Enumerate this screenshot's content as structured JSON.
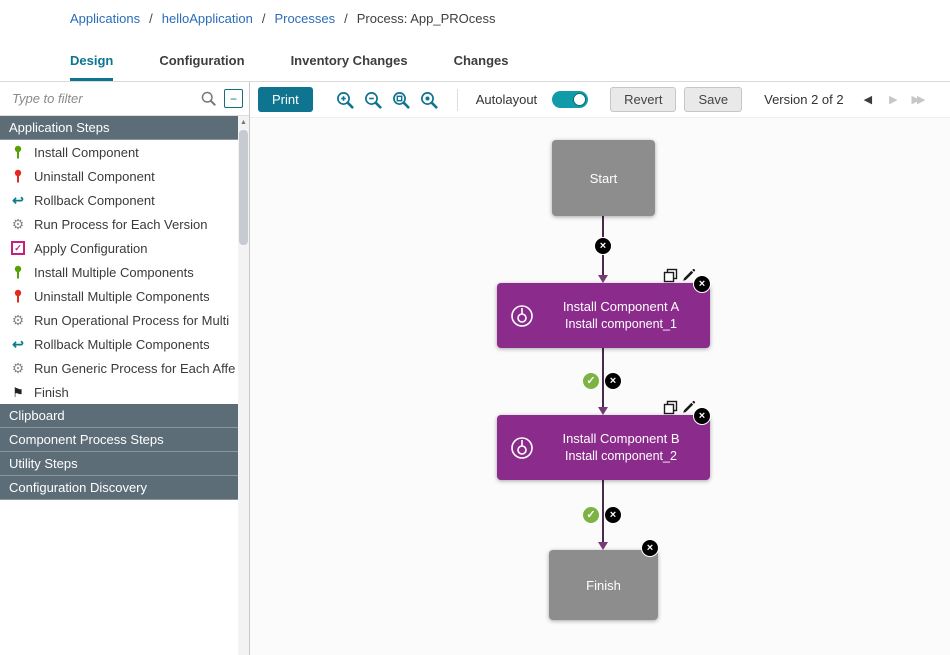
{
  "breadcrumb": {
    "separator": "/",
    "items": [
      {
        "label": "Applications"
      },
      {
        "label": "helloApplication"
      },
      {
        "label": "Processes"
      },
      {
        "label": "Process: App_PROcess"
      }
    ]
  },
  "tabs": [
    {
      "label": "Design"
    },
    {
      "label": "Configuration"
    },
    {
      "label": "Inventory Changes"
    },
    {
      "label": "Changes"
    }
  ],
  "sidebar": {
    "filter_placeholder": "Type to filter",
    "sections": [
      "Application Steps",
      "Clipboard",
      "Component Process Steps",
      "Utility Steps",
      "Configuration Discovery"
    ],
    "items": [
      {
        "label": "Install Component",
        "icon": "install-component-icon"
      },
      {
        "label": "Uninstall Component",
        "icon": "uninstall-component-icon"
      },
      {
        "label": "Rollback Component",
        "icon": "rollback-component-icon"
      },
      {
        "label": "Run Process for Each Version",
        "icon": "gear-icon"
      },
      {
        "label": "Apply Configuration",
        "icon": "apply-configuration-icon"
      },
      {
        "label": "Install Multiple Components",
        "icon": "install-component-icon"
      },
      {
        "label": "Uninstall Multiple Components",
        "icon": "uninstall-component-icon"
      },
      {
        "label": "Run Operational Process for Multi",
        "icon": "gear-icon"
      },
      {
        "label": "Rollback Multiple Components",
        "icon": "rollback-component-icon"
      },
      {
        "label": "Run Generic Process for Each Affe",
        "icon": "gear-icon"
      },
      {
        "label": "Finish",
        "icon": "finish-flag-icon"
      }
    ]
  },
  "toolbar": {
    "print_label": "Print",
    "autolayout_label": "Autolayout",
    "autolayout_on": true,
    "revert_label": "Revert",
    "save_label": "Save",
    "version_label": "Version 2 of 2"
  },
  "canvas": {
    "nodes": [
      {
        "title": "Start"
      },
      {
        "title": "Install Component A",
        "subtitle": "Install component_1"
      },
      {
        "title": "Install Component B",
        "subtitle": "Install component_2"
      },
      {
        "title": "Finish"
      }
    ]
  },
  "icons": {
    "gear": "⚙",
    "flag": "⚑",
    "check": "✓",
    "close": "×",
    "minus": "−",
    "rollback": "↩",
    "prev": "◀",
    "next": "▶",
    "last": "▶▶",
    "up": "▲",
    "search": "svg-magnifier",
    "zoom_in": "svg-magnifier-plus",
    "zoom_out": "svg-magnifier-minus",
    "zoom_fit": "svg-magnifier-rect",
    "zoom_reset": "svg-magnifier-dot",
    "copy": "svg-two-rects",
    "pencil": "svg-pencil",
    "component_pin": "svg-pin",
    "step_badge": "svg-dial-circle"
  },
  "colors": {
    "accent_teal": "#0e7490",
    "link_blue": "#2b6cb8",
    "node_purple": "#8b2b8b",
    "node_gray": "#8d8d8d",
    "section_slate": "#5d6d78",
    "success_green": "#7cb342"
  }
}
